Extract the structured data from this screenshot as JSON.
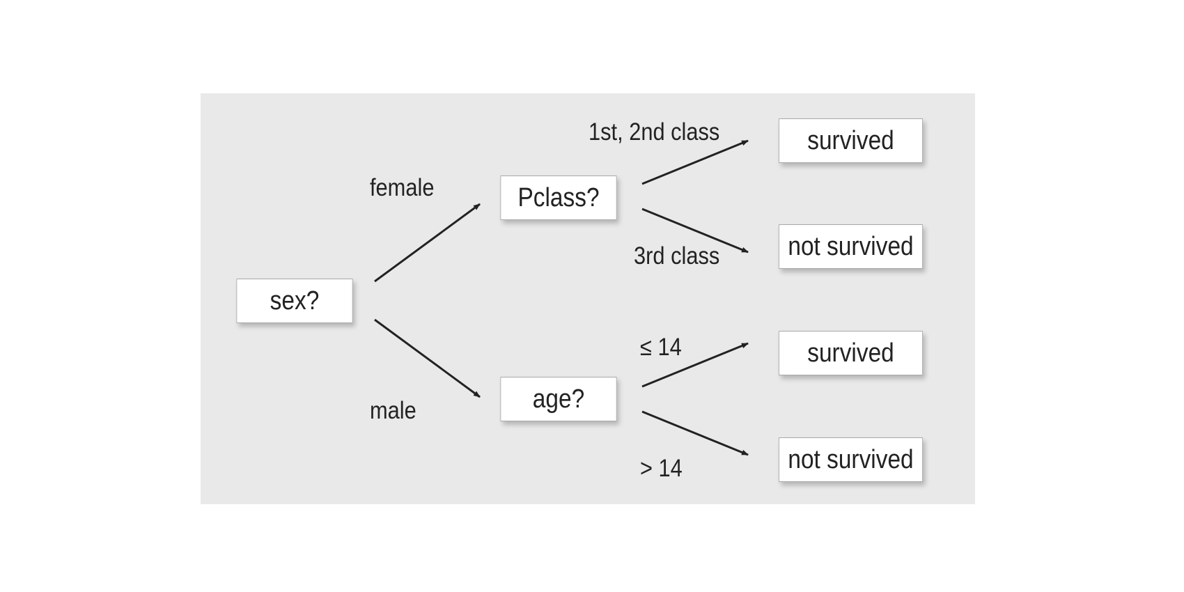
{
  "nodes": {
    "root": "sex?",
    "pclass": "Pclass?",
    "age": "age?",
    "leaf_female_high": "survived",
    "leaf_female_low": "not survived",
    "leaf_male_young": "survived",
    "leaf_male_old": "not survived"
  },
  "edges": {
    "female": "female",
    "male": "male",
    "class_1_2": "1st, 2nd class",
    "class_3": "3rd class",
    "age_le_14": "≤ 14",
    "age_gt_14": "> 14"
  },
  "colors": {
    "panel": "#e9e9e9",
    "edge": "#222222",
    "node_border": "#a9a9a9"
  }
}
